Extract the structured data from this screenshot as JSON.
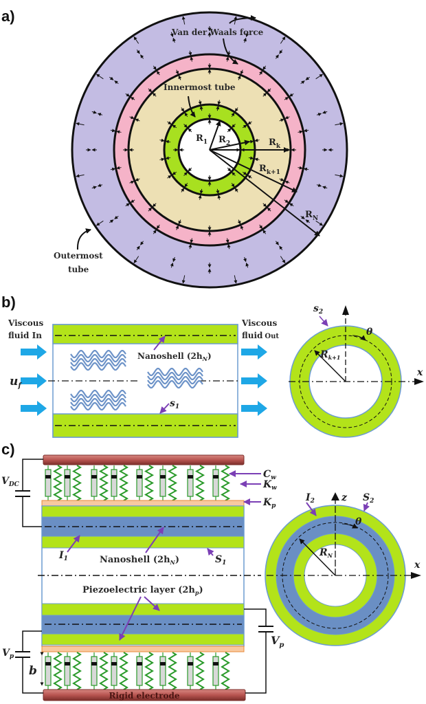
{
  "panels": {
    "a": {
      "label": "a)",
      "van_der_waals": "Van der Waals force",
      "innermost": "Innermost tube",
      "outermost_line1": "Outermost",
      "outermost_line2": "tube",
      "radii": {
        "r1": "R",
        "r1_sub": "1",
        "r2": "R",
        "r2_sub": "2",
        "rk": "R",
        "rk_sub": "k",
        "rk1": "R",
        "rk1_sub": "k+1",
        "rn": "R",
        "rn_sub": "N"
      },
      "colors": {
        "outer": "#c3bce3",
        "pink": "#f5b3c8",
        "cream": "#ede0b4",
        "green": "#a8e020",
        "core": "#ffffff"
      }
    },
    "b": {
      "label": "b)",
      "in_line1": "Viscous",
      "in_line2": "fluid In",
      "out_line1": "Viscous",
      "out_line2": "fluid",
      "out_word": "Out",
      "uf": "u",
      "uf_sub": "f",
      "nanoshell": "Nanoshell (2h",
      "nanoshell_sub": "N",
      "nanoshell_end": ")",
      "s1": "s",
      "s1_sub": "1",
      "s2": "s",
      "s2_sub": "2",
      "theta": "θ",
      "radius": "R",
      "radius_sub": "k+1",
      "x_axis": "x",
      "colors": {
        "shell": "#b3e31a",
        "border": "#6b9bd1",
        "arrow": "#1ea7e6",
        "wave": "#6d93c8"
      }
    },
    "c": {
      "label": "c)",
      "vdc": "V",
      "vdc_sub": "DC",
      "cw": "C",
      "cw_sub": "w",
      "kw": "K",
      "kw_sub": "w",
      "kp": "K",
      "kp_sub": "p",
      "i1": "I",
      "i1_sub": "1",
      "i2": "I",
      "i2_sub": "2",
      "s1": "S",
      "s1_sub": "1",
      "s2": "S",
      "s2_sub": "2",
      "nanoshell": "Nanoshell (2h",
      "nanoshell_sub": "N",
      "nanoshell_end": ")",
      "piezo": "Piezoelectric layer (2h",
      "piezo_sub": "p",
      "piezo_end": ")",
      "vp": "V",
      "vp_sub": "p",
      "b": "b",
      "rigid": "Rigid electrode",
      "rn": "R",
      "rn_sub": "N",
      "theta": "θ",
      "z_axis": "z",
      "x_axis": "x",
      "colors": {
        "electrode": "#b85450",
        "spring": "#2a9a2a",
        "strip": "#f8c9a0",
        "green": "#b3e31a",
        "blue": "#6a8fc4",
        "pointer": "#7b3fb5"
      }
    }
  }
}
